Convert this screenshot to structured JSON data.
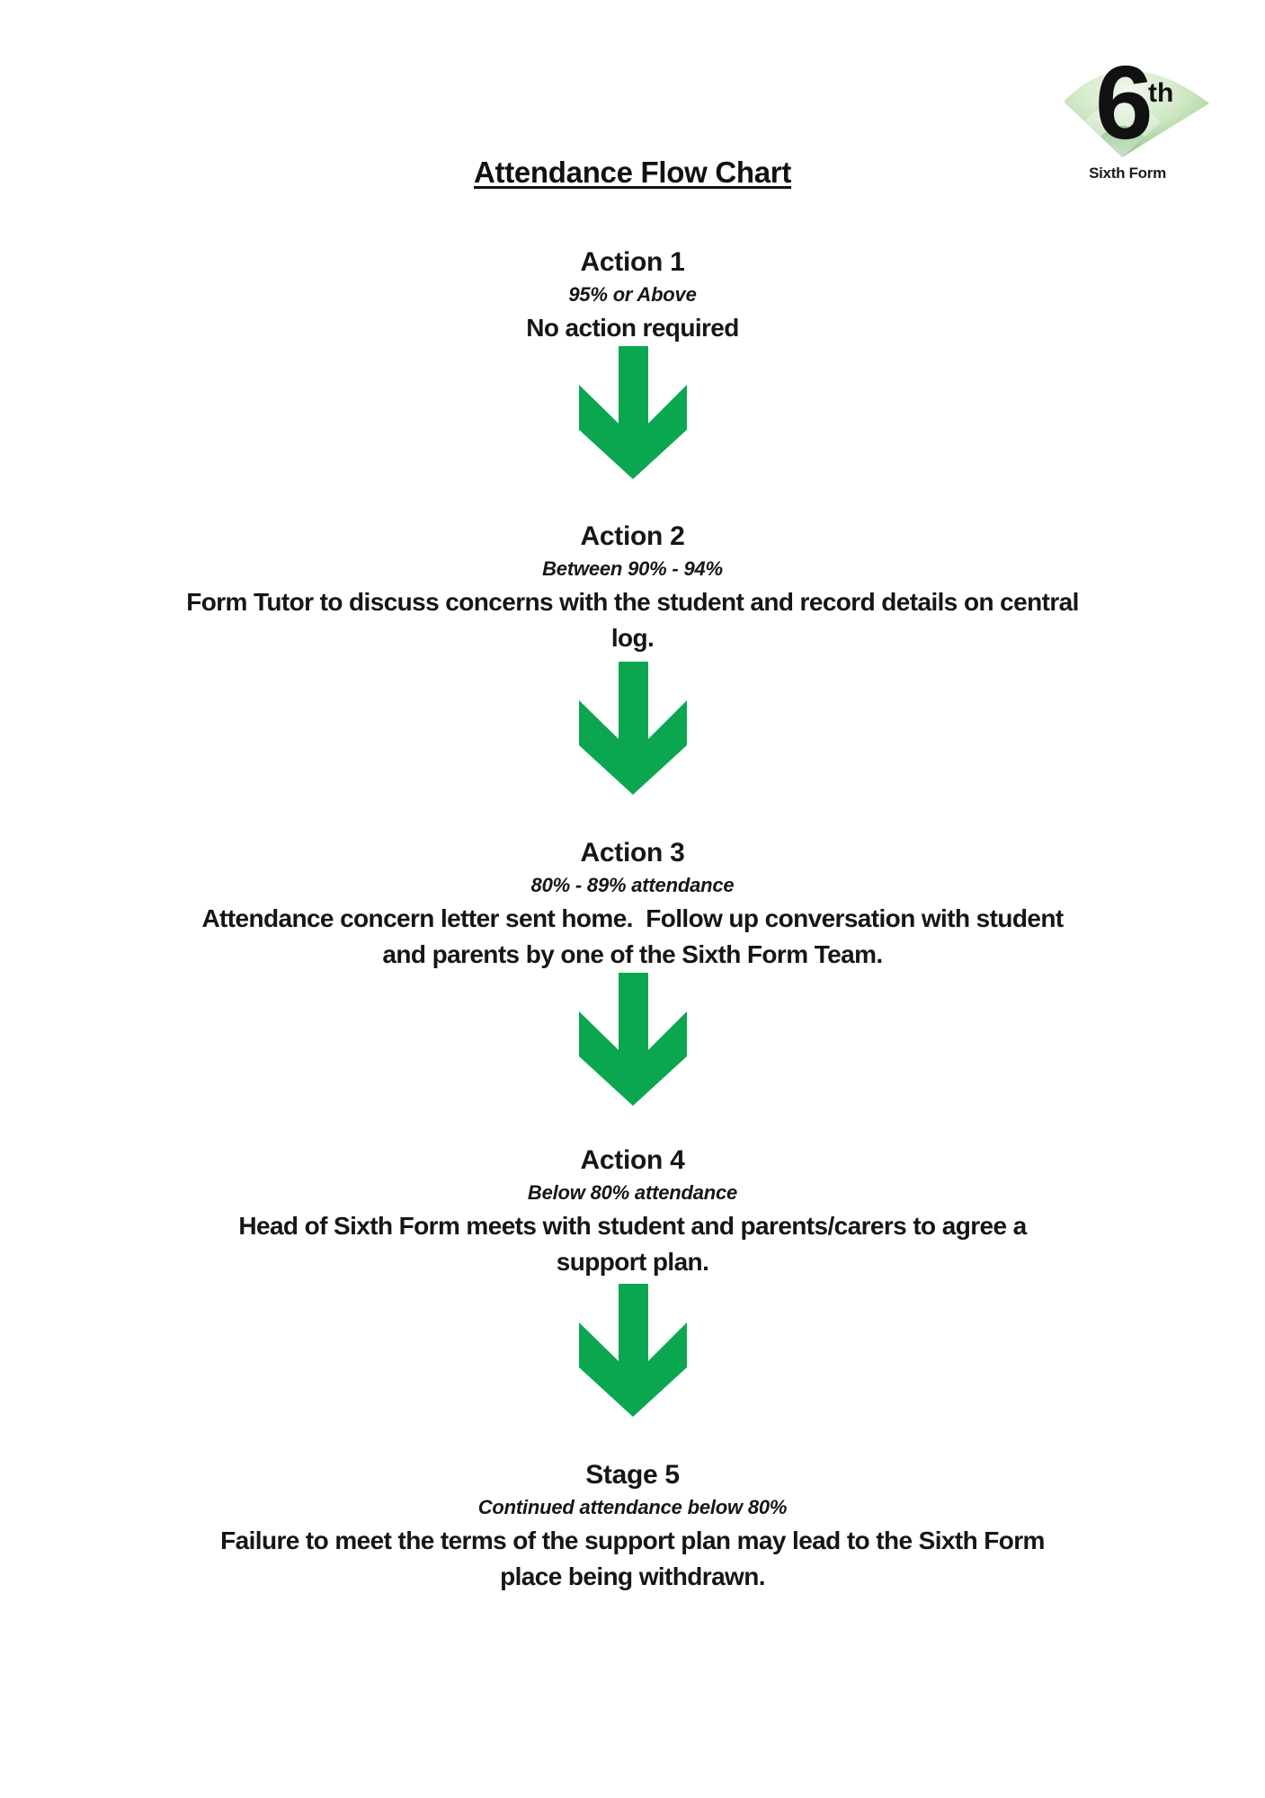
{
  "page": {
    "title": "Attendance Flow Chart"
  },
  "logo": {
    "numeral": "6",
    "superscript": "th",
    "caption": "Sixth Form"
  },
  "colors": {
    "arrow_green": "#0ba750",
    "logo_green_dark": "#63ae66",
    "logo_green_light": "#f0f7ec",
    "text_black": "#161616"
  },
  "icons": {
    "down_arrow": "down-arrow",
    "logo_fan": "green-fan"
  },
  "sections": [
    {
      "heading": "Action 1",
      "criteria": "95% or Above",
      "action": "No action required"
    },
    {
      "heading": "Action 2",
      "criteria": "Between 90% - 94%",
      "action": "Form Tutor to discuss concerns with the student and record details on central\nlog."
    },
    {
      "heading": "Action 3",
      "criteria": "80% - 89% attendance",
      "action": "Attendance concern letter sent home.  Follow up conversation with student\nand parents by one of the Sixth Form Team."
    },
    {
      "heading": "Action 4",
      "criteria": "Below 80% attendance",
      "action": "Head of Sixth Form meets with student and parents/carers to agree a\nsupport plan."
    },
    {
      "heading": "Stage 5",
      "criteria": "Continued attendance below 80%",
      "action": "Failure to meet the terms of the support plan may lead to the Sixth Form\nplace being withdrawn."
    }
  ]
}
